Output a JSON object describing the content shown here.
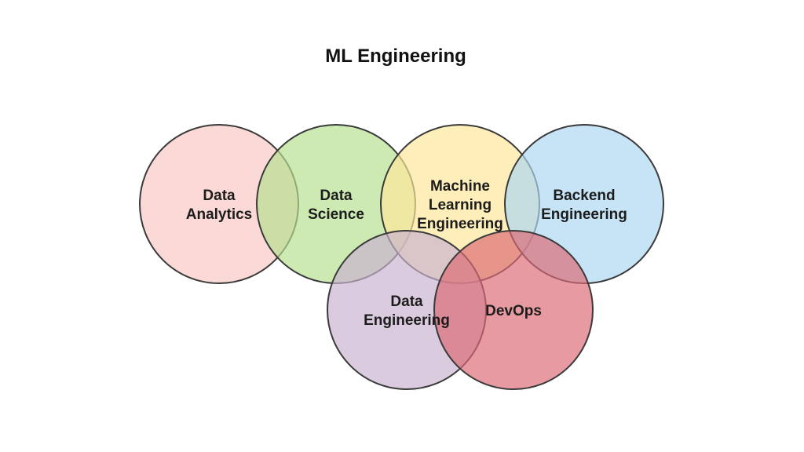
{
  "title": "ML Engineering",
  "circles": [
    {
      "key": "data-analytics",
      "lines": [
        "Data",
        "Analytics"
      ],
      "fill": "#f9c7c3",
      "stroke": "#3a3a3a"
    },
    {
      "key": "data-science",
      "lines": [
        "Data",
        "Science"
      ],
      "fill": "#b5e08f",
      "stroke": "#3a3a3a"
    },
    {
      "key": "machine-learning-engineering",
      "lines": [
        "Machine",
        "Learning",
        "Engineering"
      ],
      "fill": "#fde79a",
      "stroke": "#3a3a3a"
    },
    {
      "key": "backend-engineering",
      "lines": [
        "Backend",
        "Engineering"
      ],
      "fill": "#add5f2",
      "stroke": "#3a3a3a"
    },
    {
      "key": "data-engineering",
      "lines": [
        "Data",
        "Engineering"
      ],
      "fill": "#c9b3cf",
      "stroke": "#3a3a3a"
    },
    {
      "key": "devops",
      "lines": [
        "DevOps"
      ],
      "fill": "#dc6a75",
      "stroke": "#3a3a3a"
    }
  ]
}
